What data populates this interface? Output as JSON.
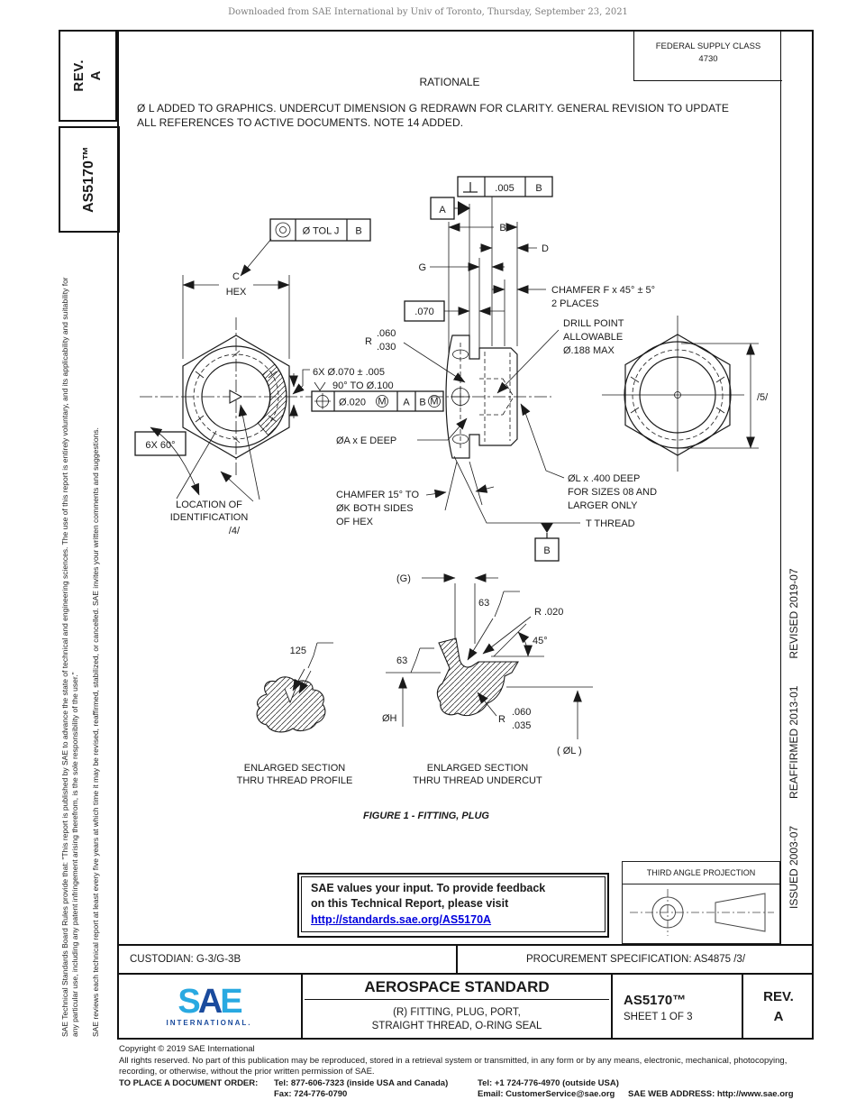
{
  "header": {
    "download_note": "Downloaded from SAE International by Univ of Toronto, Thursday, September 23, 2021"
  },
  "left_margin": {
    "rev_label": "REV.",
    "rev_value": "A",
    "doc_number": "AS5170™",
    "board_rules_note": "SAE Technical Standards Board Rules provide that: \"This report is published by SAE to advance the state of technical and engineering sciences. The use of this report is entirely voluntary, and its applicability and suitability for any particular use, including any patent infringement arising therefrom, is the sole responsibility of the user.\"",
    "review_note": "SAE reviews each technical report at least every five years at which time it may be revised, reaffirmed, stabilized, or cancelled. SAE invites your written comments and suggestions."
  },
  "right_margin": {
    "issued": "ISSUED 2003-07",
    "reaffirmed": "REAFFIRMED 2013-01",
    "revised": "REVISED 2019-07"
  },
  "federal_supply_class": {
    "label": "FEDERAL SUPPLY CLASS",
    "value": "4730"
  },
  "rationale": {
    "title": "RATIONALE",
    "line1": "Ø L ADDED TO GRAPHICS. UNDERCUT DIMENSION G REDRAWN FOR CLARITY. GENERAL REVISION TO UPDATE",
    "line2": "ALL REFERENCES TO ACTIVE DOCUMENTS. NOTE 14 ADDED."
  },
  "dwg": {
    "c": "C",
    "hex": "HEX",
    "six_x60": "6X 60°",
    "loc1": "LOCATION OF",
    "loc2": "IDENTIFICATION",
    "loc3": "/4/",
    "holes1": "6X Ø.070 ± .005",
    "holes2": "90° TO Ø.100",
    "pos_tol": "Ø.020",
    "pos_m1": "M",
    "pos_da": "A",
    "pos_db": "B",
    "pos_m2": "M",
    "conc_tol": "Ø TOL J",
    "conc_d": "B",
    "perp_tol": ".005",
    "perp_d": "B",
    "datum_a": "A",
    "datum_b": "B",
    "dim_b": "B",
    "dim_d": "D",
    "dim_g": "G",
    "dim_070": ".070",
    "r_label": "R",
    "r_hi": ".060",
    "r_lo": ".030",
    "chf1": "CHAMFER F x 45° ± 5°",
    "chf2": "2 PLACES",
    "dp1": "DRILL POINT",
    "dp2": "ALLOWABLE",
    "dp3": "Ø.188 MAX",
    "cb": "ØA x E DEEP",
    "ch15a": "CHAMFER 15° TO",
    "ch15b": "ØK  BOTH SIDES",
    "ch15c": "OF HEX",
    "dl1": "ØL x .400 DEEP",
    "dl2": "FOR SIZES 08 AND",
    "dl3": "LARGER ONLY",
    "tthread": "T THREAD",
    "flats": "/5/",
    "gref": "(G)",
    "f125": "125",
    "f63a": "63",
    "f63b": "63",
    "r020": "R .020",
    "a45": "45°",
    "dh": "ØH",
    "ru_r": "R",
    "ru_hi": ".060",
    "ru_lo": ".035",
    "dlref": "( ØL )",
    "es1a": "ENLARGED SECTION",
    "es1b": "THRU THREAD PROFILE",
    "es2a": "ENLARGED SECTION",
    "es2b": "THRU THREAD UNDERCUT",
    "fig": "FIGURE 1 - FITTING, PLUG"
  },
  "feedback_box": {
    "line1": "SAE values your input. To provide feedback",
    "line2": "on this Technical Report, please visit",
    "link": "http://standards.sae.org/AS5170A"
  },
  "projection": {
    "label": "THIRD ANGLE PROJECTION"
  },
  "title_block": {
    "custodian": "CUSTODIAN: G-3/G-3B",
    "procurement": "PROCUREMENT SPECIFICATION: AS4875 /3/",
    "logo_s": "S",
    "logo_a": "A",
    "logo_e": "E",
    "logo_sub": "INTERNATIONAL.",
    "standard_type": "AEROSPACE STANDARD",
    "title_line1": "(R) FITTING, PLUG, PORT,",
    "title_line2": "STRAIGHT THREAD, O-RING SEAL",
    "doc_number": "AS5170™",
    "sheet": "SHEET 1 OF 3",
    "rev_label": "REV.",
    "rev_value": "A"
  },
  "footer": {
    "copyright": "Copyright © 2019 SAE International",
    "rights_line1": "All rights reserved. No part of this publication may be reproduced, stored in a retrieval system or transmitted, in any form or by any means, electronic, mechanical, photocopying,",
    "rights_line2": "recording, or otherwise, without the prior written permission of SAE.",
    "order_label": "TO PLACE A DOCUMENT ORDER:",
    "tel_inside": "Tel: 877-606-7323 (inside USA and Canada)",
    "tel_outside": "Tel: +1 724-776-4970 (outside USA)",
    "fax": "Fax: 724-776-0790",
    "email": "Email: CustomerService@sae.org",
    "web": "SAE WEB ADDRESS: http://www.sae.org"
  },
  "colors": {
    "sae_light_blue": "#29a9e1",
    "sae_dark_blue": "#1a4b9d",
    "link_blue": "#0000dd"
  }
}
